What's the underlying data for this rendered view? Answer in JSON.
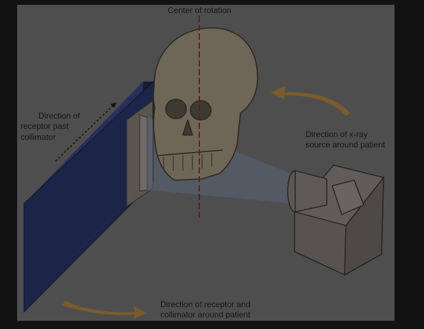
{
  "labels": {
    "center": "Center of rotation",
    "receptor_past_1": "Direction of",
    "receptor_past_2": "receptor past",
    "receptor_past_3": "collimator",
    "xray_1": "Direction of x-ray",
    "xray_2": "source around patient",
    "receptor_around_1": "Direction of receptor and",
    "receptor_around_2": "collimator around patient"
  },
  "colors": {
    "background": "#121212",
    "panel": "#4e4e4e",
    "receptor": "#1c2548",
    "skull": "#6e6757",
    "arrow": "#7a5c2c",
    "beam": "#5d6a80",
    "axis": "#6b1518"
  }
}
